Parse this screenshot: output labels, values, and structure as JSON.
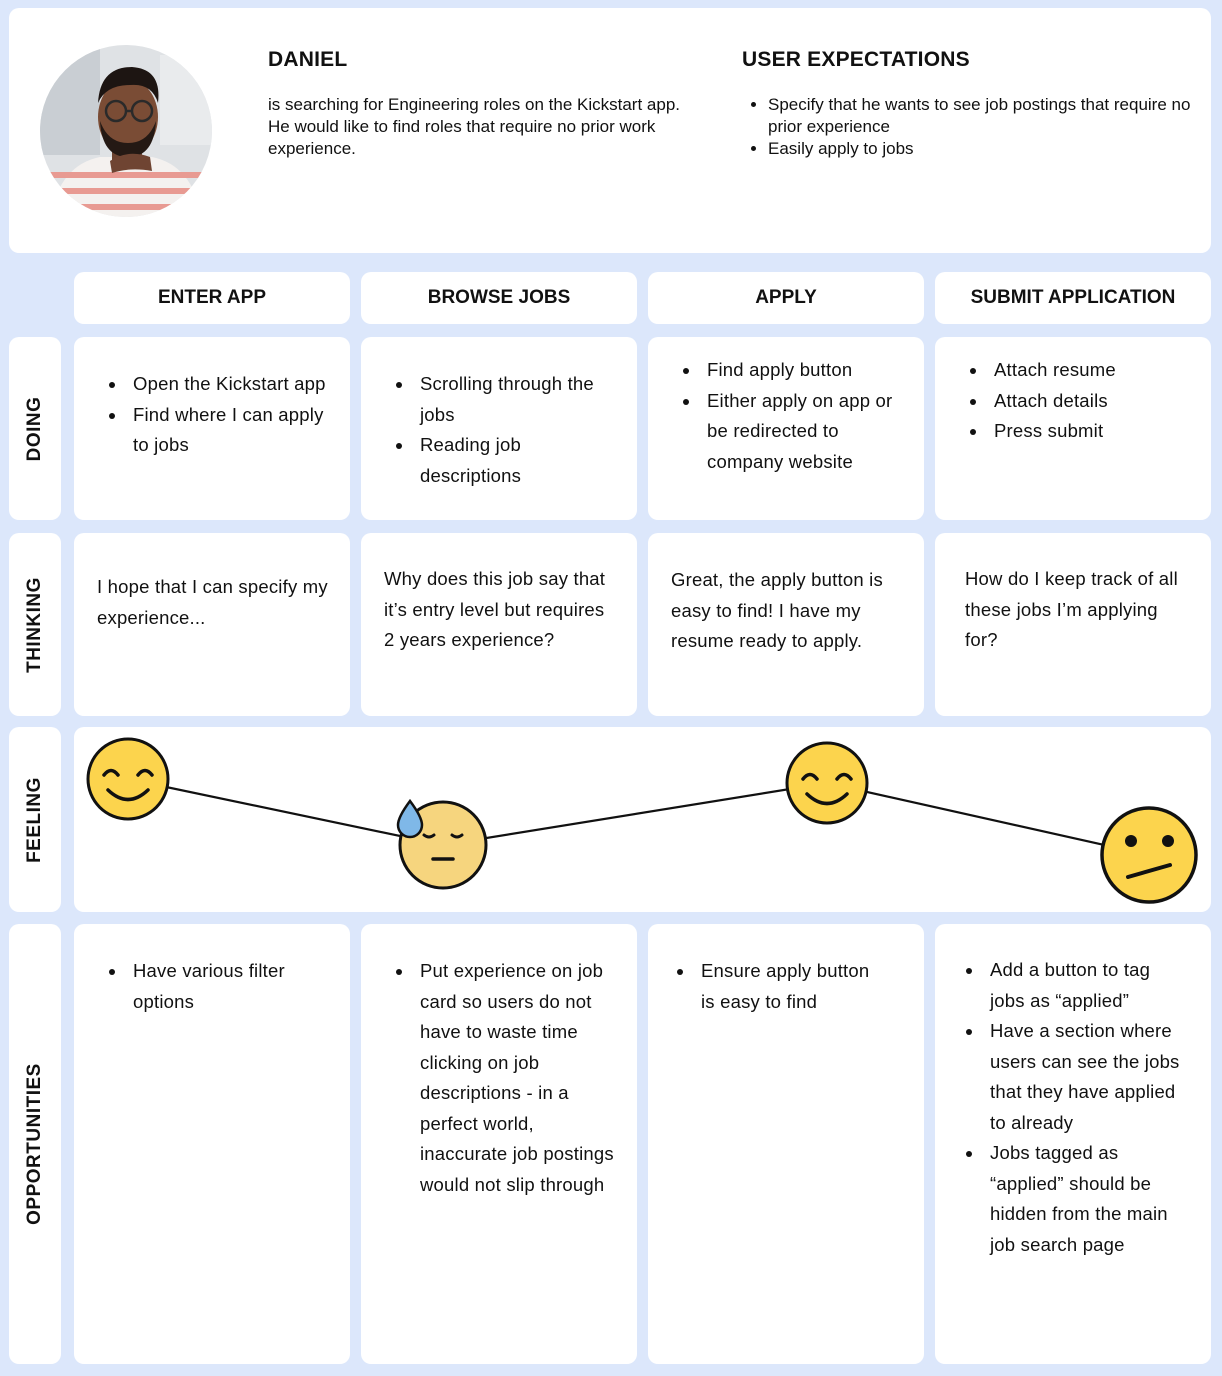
{
  "persona": {
    "name": "DANIEL",
    "description": "is searching for Engineering roles on the Kickstart app. He would like to find roles that require no prior work experience.",
    "expectations_title": "USER EXPECTATIONS",
    "expectations": [
      "Specify that he wants to see job postings that require no prior experience",
      "Easily apply to jobs"
    ]
  },
  "stages": [
    "ENTER APP",
    "BROWSE JOBS",
    "APPLY",
    "SUBMIT APPLICATION"
  ],
  "rows": {
    "doing": "DOING",
    "thinking": "THINKING",
    "feeling": "FEELING",
    "opportunities": "OPPORTUNITIES"
  },
  "doing": [
    [
      "Open the Kickstart app",
      "Find where I can apply to jobs"
    ],
    [
      "Scrolling through the jobs",
      "Reading job descriptions"
    ],
    [
      "Find apply button",
      "Either apply on app or be redirected to company website"
    ],
    [
      "Attach resume",
      "Attach details",
      "Press submit"
    ]
  ],
  "thinking": [
    "I hope that I can specify my experience...",
    "Why does this job say that it’s entry level but requires 2 years experience?",
    "Great, the apply button is easy to find! I have my resume ready to apply.",
    "How do I keep track of all these jobs I’m applying for?"
  ],
  "feeling": [
    {
      "stage": "ENTER APP",
      "emotion": "happy",
      "icon": "smiling-face-icon"
    },
    {
      "stage": "BROWSE JOBS",
      "emotion": "worried",
      "icon": "sweat-face-icon"
    },
    {
      "stage": "APPLY",
      "emotion": "happy",
      "icon": "smiling-face-icon"
    },
    {
      "stage": "SUBMIT APPLICATION",
      "emotion": "confused",
      "icon": "confused-face-icon"
    }
  ],
  "opportunities": [
    [
      "Have various filter options"
    ],
    [
      "Put experience on job card so users do not have to waste time clicking on job descriptions - in a perfect world, inaccurate job postings would not slip through"
    ],
    [
      "Ensure apply button is easy to find"
    ],
    [
      "Add a button to tag jobs as “applied”",
      "Have a section where users can see the jobs that they have applied to already",
      "Jobs tagged as “applied” should be hidden from the main job search page"
    ]
  ],
  "colors": {
    "background": "#dce7fb",
    "card": "#ffffff",
    "emoji_yellow": "#fcd44d",
    "emoji_muted": "#f6d57e",
    "sweat": "#7fb8e8"
  }
}
